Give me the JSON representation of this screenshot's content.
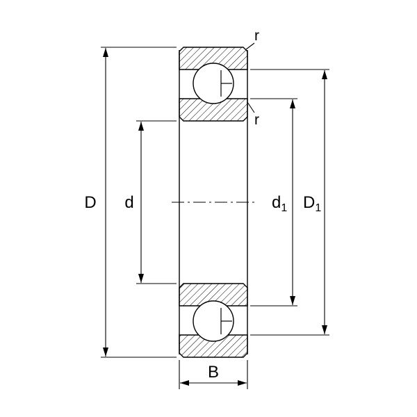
{
  "diagram": {
    "type": "bearing-cross-section-drawing",
    "dimensions": {
      "outer_diameter": {
        "label": "D"
      },
      "bore_diameter": {
        "label": "d"
      },
      "inner_shoulder_diameter": {
        "base": "d",
        "sub": "1"
      },
      "outer_shoulder_diameter": {
        "base": "D",
        "sub": "1"
      },
      "width": {
        "label": "B"
      },
      "chamfer_outer": {
        "label": "r"
      },
      "chamfer_inner": {
        "label": "r"
      }
    },
    "colors": {
      "line": "#000000",
      "background": "#ffffff"
    }
  }
}
